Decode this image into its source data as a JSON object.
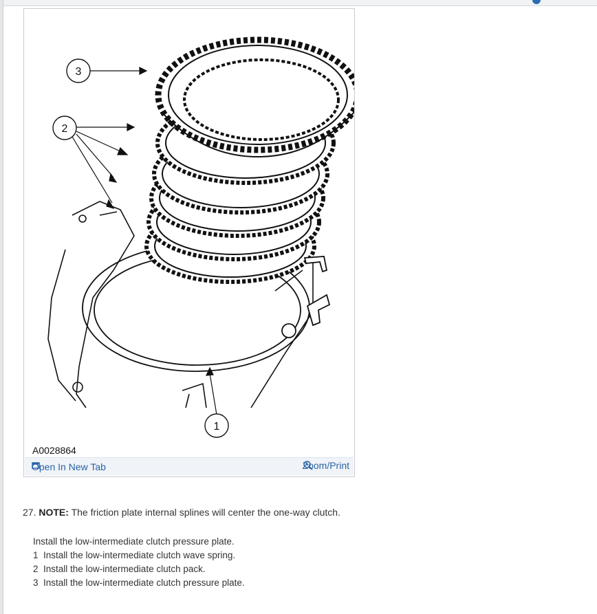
{
  "figure": {
    "id_label": "A0028864",
    "callouts": [
      "1",
      "2",
      "3"
    ],
    "open_tab_label": "Open In New Tab",
    "zoom_label": "Zoom/Print",
    "open_icon": "open-tab-icon",
    "zoom_icon": "zoom-icon"
  },
  "step": {
    "number": "27.",
    "note_label": "NOTE:",
    "note_text": "The friction plate internal splines will center the one-way clutch."
  },
  "instructions": {
    "intro": "Install the low-intermediate clutch pressure plate.",
    "items": [
      {
        "num": "1",
        "text": "Install the low-intermediate clutch wave spring."
      },
      {
        "num": "2",
        "text": "Install the low-intermediate clutch pack."
      },
      {
        "num": "3",
        "text": "Install the low-intermediate clutch pressure plate."
      }
    ]
  }
}
